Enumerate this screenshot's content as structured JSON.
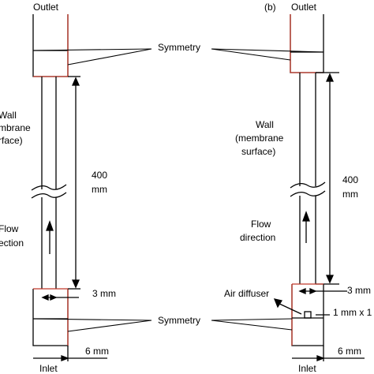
{
  "labels": {
    "left": {
      "outlet": "Outlet",
      "wall_line1": "Wall",
      "wall_line2": "mbrane",
      "wall_line3": "rface)",
      "flow_line1": "Flow",
      "flow_line2": "ection",
      "length": "400",
      "length_unit": "mm",
      "gap": "3 mm",
      "width": "6 mm",
      "inlet": "Inlet"
    },
    "right": {
      "panel": "(b)",
      "outlet": "Outlet",
      "wall_line1": "Wall",
      "wall_line2": "(membrane",
      "wall_line3": "surface)",
      "flow_line1": "Flow",
      "flow_line2": "direction",
      "length": "400",
      "length_unit": "mm",
      "gap": "3 mm",
      "diffuser": "Air diffuser",
      "diffuser_size": "1 mm x 1",
      "width": "6 mm",
      "inlet": "Inlet"
    },
    "symmetry_top": "Symmetry",
    "symmetry_bottom": "Symmetry"
  },
  "colors": {
    "line": "#000000",
    "symmetry_box": "#c0392b"
  }
}
